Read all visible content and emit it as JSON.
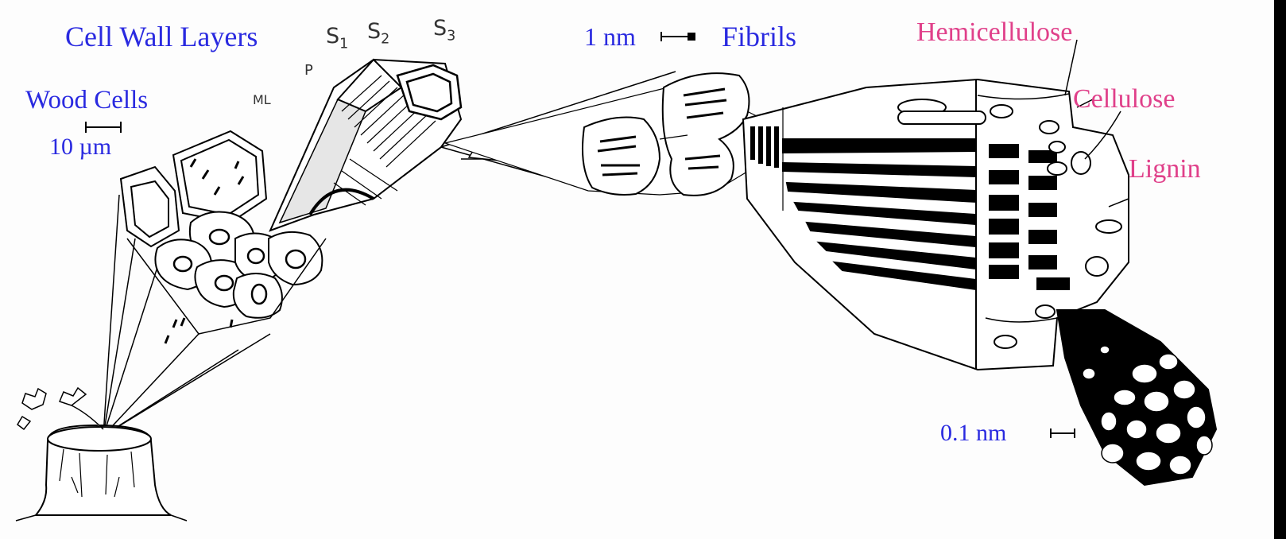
{
  "labels": {
    "cell_wall_layers": "Cell Wall Layers",
    "s1": "S",
    "s1_sub": "1",
    "s2": "S",
    "s2_sub": "2",
    "s3": "S",
    "s3_sub": "3",
    "p": "P",
    "ml": "ML",
    "wood_cells": "Wood Cells",
    "wood_cells_scale": "10 µm",
    "fibrils_scale": "1 nm",
    "fibrils": "Fibrils",
    "hemicellulose": "Hemicellulose",
    "cellulose": "Cellulose",
    "lignin": "Lignin",
    "molecular_scale": "0.1 nm"
  },
  "colors": {
    "label_blue": "#2a2ae0",
    "label_pink": "#e0408a",
    "ink": "#000000",
    "paper": "#fdfdfd"
  },
  "icons": {
    "stump": "tree-stump-icon",
    "scale_bar": "scale-bar-icon"
  }
}
